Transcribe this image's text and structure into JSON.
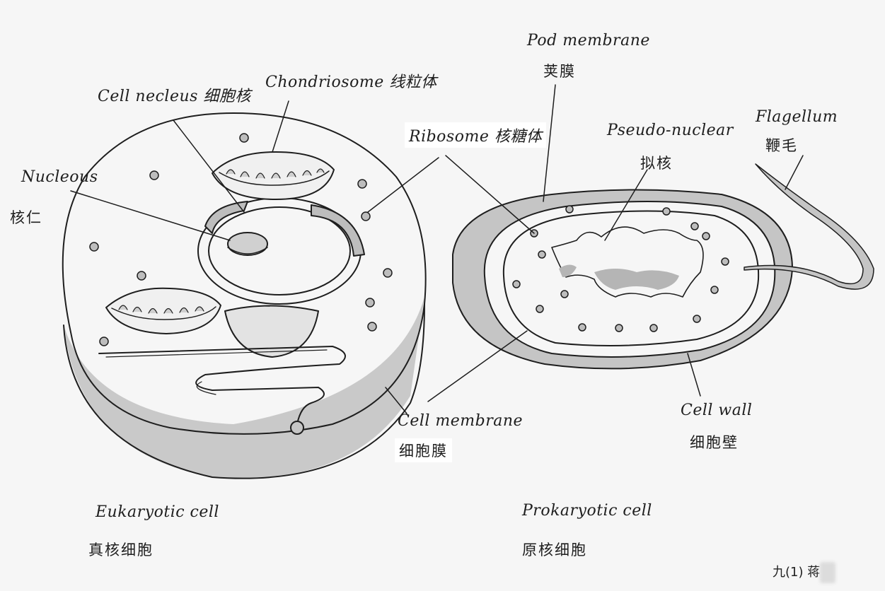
{
  "eukaryotic": {
    "title_en": "Eukaryotic cell",
    "title_cn": "真核细胞",
    "labels": {
      "cell_nucleus": "Cell necleus 细胞核",
      "chondriosome": "Chondriosome 线粒体",
      "nucleous_en": "Nucleous",
      "nucleous_cn": "核仁",
      "ribosome": "Ribosome 核糖体",
      "cell_membrane_en": "Cell membrane",
      "cell_membrane_cn": "细胞膜"
    }
  },
  "prokaryotic": {
    "title_en": "Prokaryotic cell",
    "title_cn": "原核细胞",
    "labels": {
      "pod_membrane_en": "Pod membrane",
      "pod_membrane_cn": "荚膜",
      "pseudo_nuclear_en": "Pseudo-nuclear",
      "pseudo_nuclear_cn": "拟核",
      "flagellum_en": "Flagellum",
      "flagellum_cn": "鞭毛",
      "cell_wall_en": "Cell wall",
      "cell_wall_cn": "细胞壁"
    }
  },
  "signature": {
    "text": "九(1) 蒋"
  },
  "colors": {
    "paper": "#f6f6f6",
    "ink": "#1e1e1e",
    "shade": "#bdbdbd",
    "light_shade": "#d9d9d9"
  }
}
